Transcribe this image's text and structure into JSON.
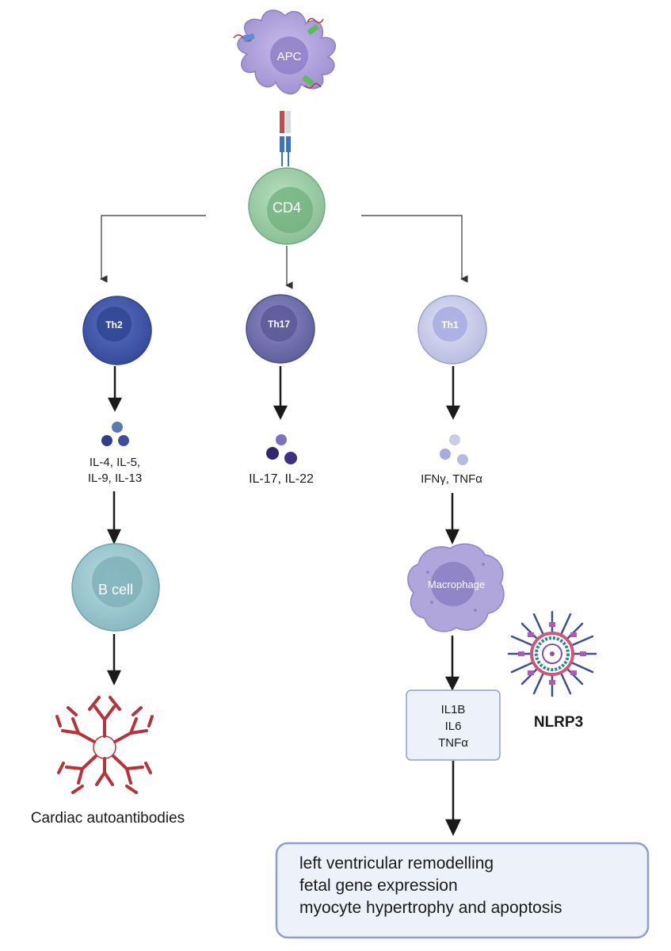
{
  "cells": {
    "apc": "APC",
    "cd4": "CD4",
    "th2": "Th2",
    "th17": "Th17",
    "th1": "Th1",
    "b_cell": "B cell",
    "macrophage": "Macrophage"
  },
  "cytokines": {
    "th2_line1": "IL-4, IL-5,",
    "th2_line2": "IL-9, IL-13",
    "th17": "IL-17, IL-22",
    "th1": "IFNγ, TNFα"
  },
  "macrophage_outputs": [
    "IL1B",
    "IL6",
    "TNFα"
  ],
  "nlrp3": "NLRP3",
  "antibodies": "Cardiac autoantibodies",
  "outcomes": [
    "left ventricular remodelling",
    "fetal gene expression",
    "myocyte hypertrophy and apoptosis"
  ],
  "colors": {
    "apc": "#a99ad6",
    "cd4": "#8fc79b",
    "th2": "#3f56a3",
    "th17": "#6b6aa8",
    "th1": "#c4c8e6",
    "b_cell": "#93c1c9",
    "macrophage": "#a99ad6",
    "antibody": "#b8323a",
    "box_border": "#8e9ed1"
  }
}
